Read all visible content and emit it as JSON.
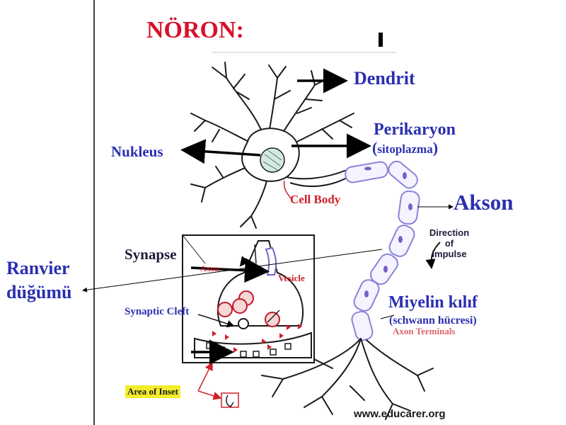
{
  "title": "NÖRON:",
  "labels": {
    "dendrit": "Dendrit",
    "perikaryon": "Perikaryon",
    "sitoplazma": "sitoplazma",
    "nukleus": "Nukleus",
    "akson": "Akson",
    "ranvier_1": "Ranvier",
    "ranvier_2": "düğümü",
    "miyelin": "Miyelin kılıf",
    "schwann": "(schwann hücresi)"
  },
  "figure_labels": {
    "cell_body": "Cell Body",
    "direction_1": "Direction",
    "direction_2": "of",
    "direction_3": "Impulse",
    "synapse": "Synapse",
    "axon": "Axon",
    "vesicle": "Vesicle",
    "synaptic_cleft": "Synaptic Cleft",
    "axon_terminals": "Axon Terminals",
    "area_of_inset": "Area of Inset"
  },
  "footer": "www.educarer.org",
  "colors": {
    "title": "#d8102a",
    "labels": "#2a2fb0",
    "figure_red": "#d0202a",
    "myelin": "#8a84d8",
    "highlight": "#f3ec2a"
  }
}
